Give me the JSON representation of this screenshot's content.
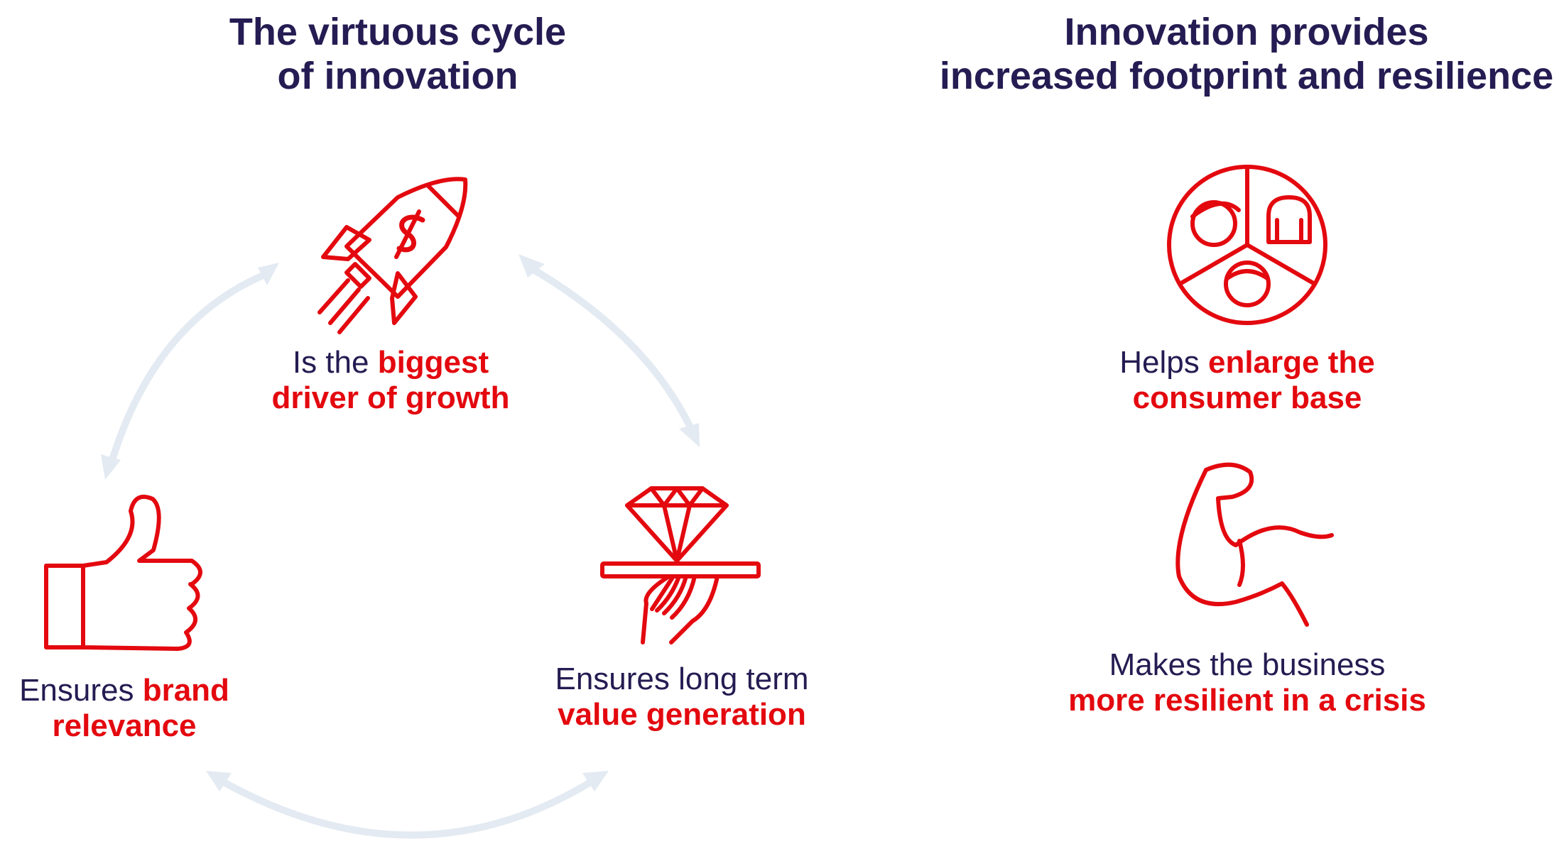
{
  "left_panel": {
    "title_line1": "The virtuous cycle",
    "title_line2": "of innovation",
    "growth": {
      "pre": "Is the ",
      "em1": "biggest",
      "em2": "driver of growth",
      "icon": "rocket-dollar-icon"
    },
    "value": {
      "pre": "Ensures long term",
      "em": "value generation",
      "icon": "diamond-on-tray-icon"
    },
    "brand": {
      "pre": "Ensures ",
      "em1": "brand",
      "em2": "relevance",
      "icon": "thumbs-up-icon"
    }
  },
  "right_panel": {
    "title_line1": "Innovation provides",
    "title_line2": "increased footprint and resilience",
    "consumer": {
      "pre": "Helps ",
      "em1": "enlarge the",
      "em2": "consumer base",
      "icon": "consumer-faces-icon"
    },
    "resilience": {
      "pre": "Makes the business",
      "em": "more resilient in a crisis",
      "icon": "flexed-arm-icon"
    }
  },
  "colors": {
    "navy": "#241c52",
    "red": "#e3090f",
    "cycle_arrows": "#e3eaf2",
    "background": "#ffffff"
  }
}
